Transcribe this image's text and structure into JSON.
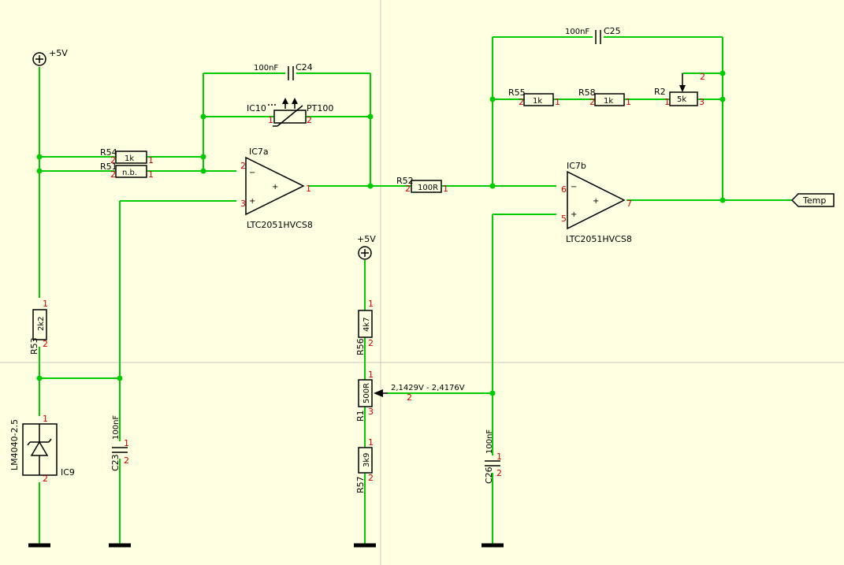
{
  "supply": {
    "label": "+5V"
  },
  "output": {
    "label": "Temp"
  },
  "opamps": {
    "ic7a": {
      "ref": "IC7a",
      "part": "LTC2051HVCS8",
      "pin_minus": "2",
      "pin_plus": "3",
      "pin_out": "1"
    },
    "ic7b": {
      "ref": "IC7b",
      "part": "LTC2051HVCS8",
      "pin_minus": "6",
      "pin_plus": "5",
      "pin_out": "7"
    }
  },
  "components": {
    "c24": {
      "ref": "C24",
      "value": "100nF"
    },
    "c25": {
      "ref": "C25",
      "value": "100nF"
    },
    "c23": {
      "ref": "C23",
      "value": "100nF"
    },
    "c26": {
      "ref": "C26",
      "value": "100nF"
    },
    "ic10": {
      "ref": "IC10",
      "value": "PT100"
    },
    "r54": {
      "ref": "R54",
      "value": "1k"
    },
    "r51": {
      "ref": "R51",
      "value": "n.b."
    },
    "r52": {
      "ref": "R52",
      "value": "100R"
    },
    "r55": {
      "ref": "R55",
      "value": "1k"
    },
    "r58": {
      "ref": "R58",
      "value": "1k"
    },
    "r2": {
      "ref": "R2",
      "value": "5k"
    },
    "r53": {
      "ref": "R53",
      "value": "2k2"
    },
    "r56": {
      "ref": "R56",
      "value": "4k7"
    },
    "r1": {
      "ref": "R1",
      "value": "500R"
    },
    "r57": {
      "ref": "R57",
      "value": "3k9"
    },
    "ic9": {
      "ref": "IC9",
      "value": "LM4040-2.5"
    }
  },
  "annotations": {
    "r1_range": "2,1429V - 2,4176V"
  }
}
